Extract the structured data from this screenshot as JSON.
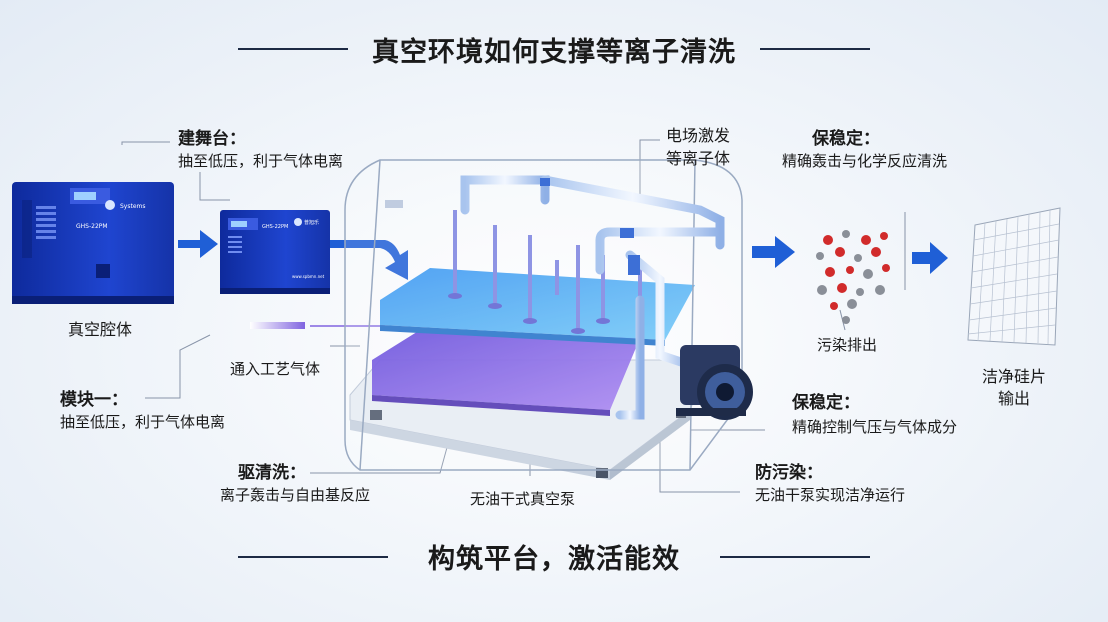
{
  "title_top": "真空环境如何支撑等离子清洗",
  "title_bottom": "构筑平台，激活能效",
  "labels": {
    "build_stage_head": "建舞台：",
    "build_stage_sub": "抽至低压，利于气体电离",
    "vacuum_chamber": "真空腔体",
    "module_one_head": "模块一：",
    "module_one_sub": "抽至低压，利于气体电离",
    "process_gas": "通入工艺气体",
    "drive_clean_head": "驱清洗：",
    "drive_clean_sub": "离子轰击与自由基反应",
    "dry_pump": "无油干式真空泵",
    "field_excite": "电场激发\n等离子体",
    "keep_stable_1_head": "保稳定：",
    "keep_stable_1_sub": "精确轰击与化学反应清洗",
    "contaminant_out": "污染排出",
    "clean_wafer": "洁净硅片\n输出",
    "keep_stable_2_head": "保稳定：",
    "keep_stable_2_sub": "精确控制气压与气体成分",
    "anti_pollution_head": "防污染：",
    "anti_pollution_sub": "无油干泵实现洁净运行"
  },
  "machine_text": {
    "brand": "Systems",
    "brand_cn": "普旭乐",
    "model_1": "GHS-22PM",
    "model_2": "GHS-22PM",
    "url": "www.spbmn.net"
  },
  "colors": {
    "accent_blue": "#1f5fd6",
    "machine_blue": "#1536b8",
    "plate_blue": "#3fa0ee",
    "plate_purple": "#7a4fe0",
    "particle_red": "#d12b2b",
    "particle_gray": "#8a8f98"
  }
}
